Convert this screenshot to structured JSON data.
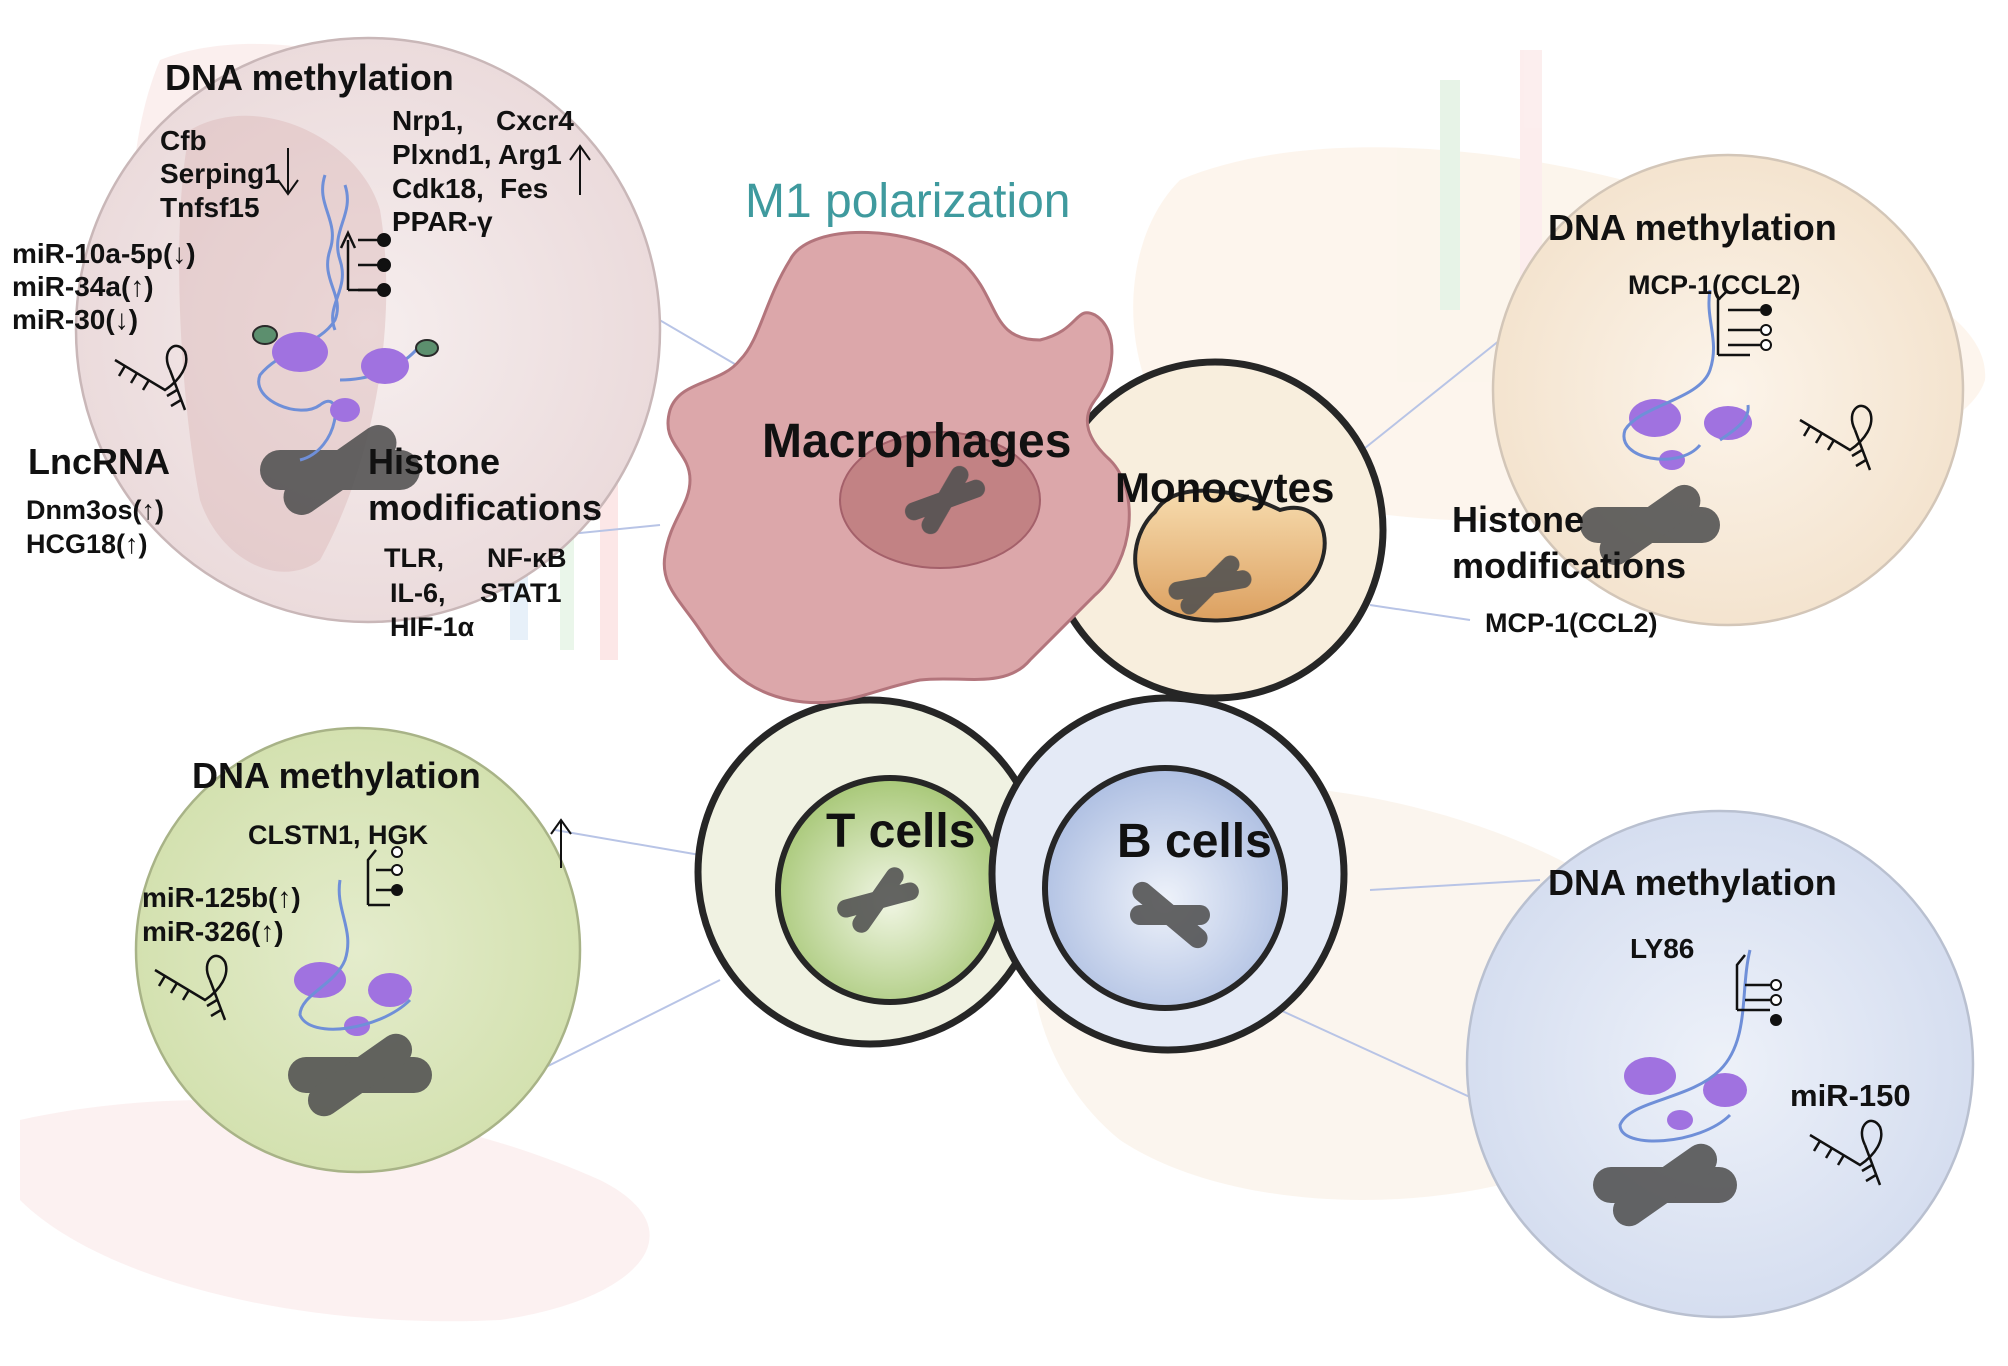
{
  "title": "M1 polarization",
  "cells": {
    "macrophages": "Macrophages",
    "monocytes": "Monocytes",
    "t_cells": "T cells",
    "b_cells": "B cells"
  },
  "macrophage_panel": {
    "dna_methylation": {
      "heading": "DNA methylation",
      "down_genes": [
        "Cfb",
        "Serping1",
        "Tnfsf15"
      ],
      "up_genes": [
        "Nrp1,",
        "Cxcr4",
        "Plxnd1,",
        "Arg1",
        "Cdk18,",
        "Fes",
        "PPAR-γ"
      ]
    },
    "mirnas": [
      "miR-10a-5p(↓)",
      "miR-34a(↑)",
      "miR-30(↓)"
    ],
    "lncrna": {
      "heading": "LncRNA",
      "items": [
        "Dnm3os(↑)",
        "HCG18(↑)"
      ]
    },
    "histone": {
      "heading_line1": "Histone",
      "heading_line2": "modifications",
      "items": [
        "TLR,",
        "NF-κB",
        "IL-6,",
        "STAT1",
        "HIF-1α"
      ]
    }
  },
  "monocyte_panel": {
    "dna_methylation": {
      "heading": "DNA methylation",
      "gene": "MCP-1(CCL2)"
    },
    "histone": {
      "heading_line1": "Histone",
      "heading_line2": "modifications",
      "gene": "MCP-1(CCL2)"
    }
  },
  "tcell_panel": {
    "dna_methylation": {
      "heading": "DNA methylation",
      "genes": "CLSTN1, HGK"
    },
    "mirnas": [
      "miR-125b(↑)",
      "miR-326(↑)"
    ]
  },
  "bcell_panel": {
    "dna_methylation": {
      "heading": "DNA methylation",
      "gene": "LY86"
    },
    "mirna": "miR-150"
  },
  "colors": {
    "macrophage_fill": "#d9a3a6",
    "macrophage_edge": "#b5767c",
    "monocyte_fill": "#f5ead9",
    "tcell_fill": "#c8dba0",
    "bcell_fill": "#c5d3ea",
    "m1_text": "#3f9a9e",
    "nucleosome": "#a072e0",
    "dna_strand": "#6f8fd8"
  }
}
